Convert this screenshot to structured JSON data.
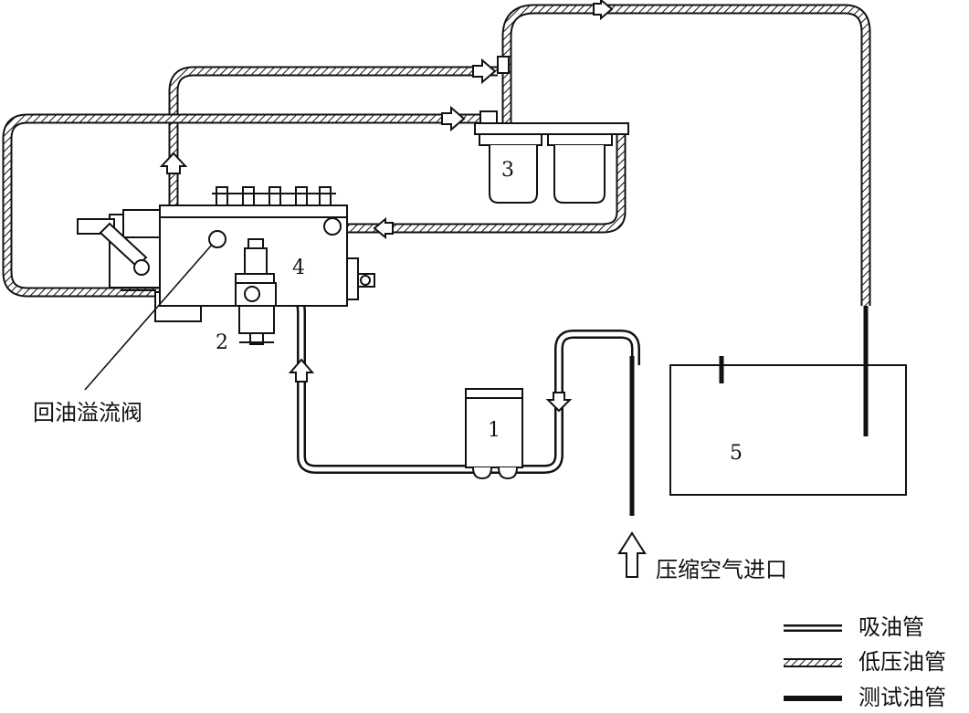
{
  "components": {
    "c1": "1",
    "c2": "2",
    "c3": "3",
    "c4": "4",
    "c5": "5"
  },
  "annotations": {
    "overflow_valve": "回油溢流阀",
    "air_inlet": "压缩空气进口"
  },
  "legend": {
    "suction": "吸油管",
    "low_pressure": "低压油管",
    "test": "测试油管"
  },
  "colors": {
    "line": "#111111",
    "background": "#ffffff"
  }
}
